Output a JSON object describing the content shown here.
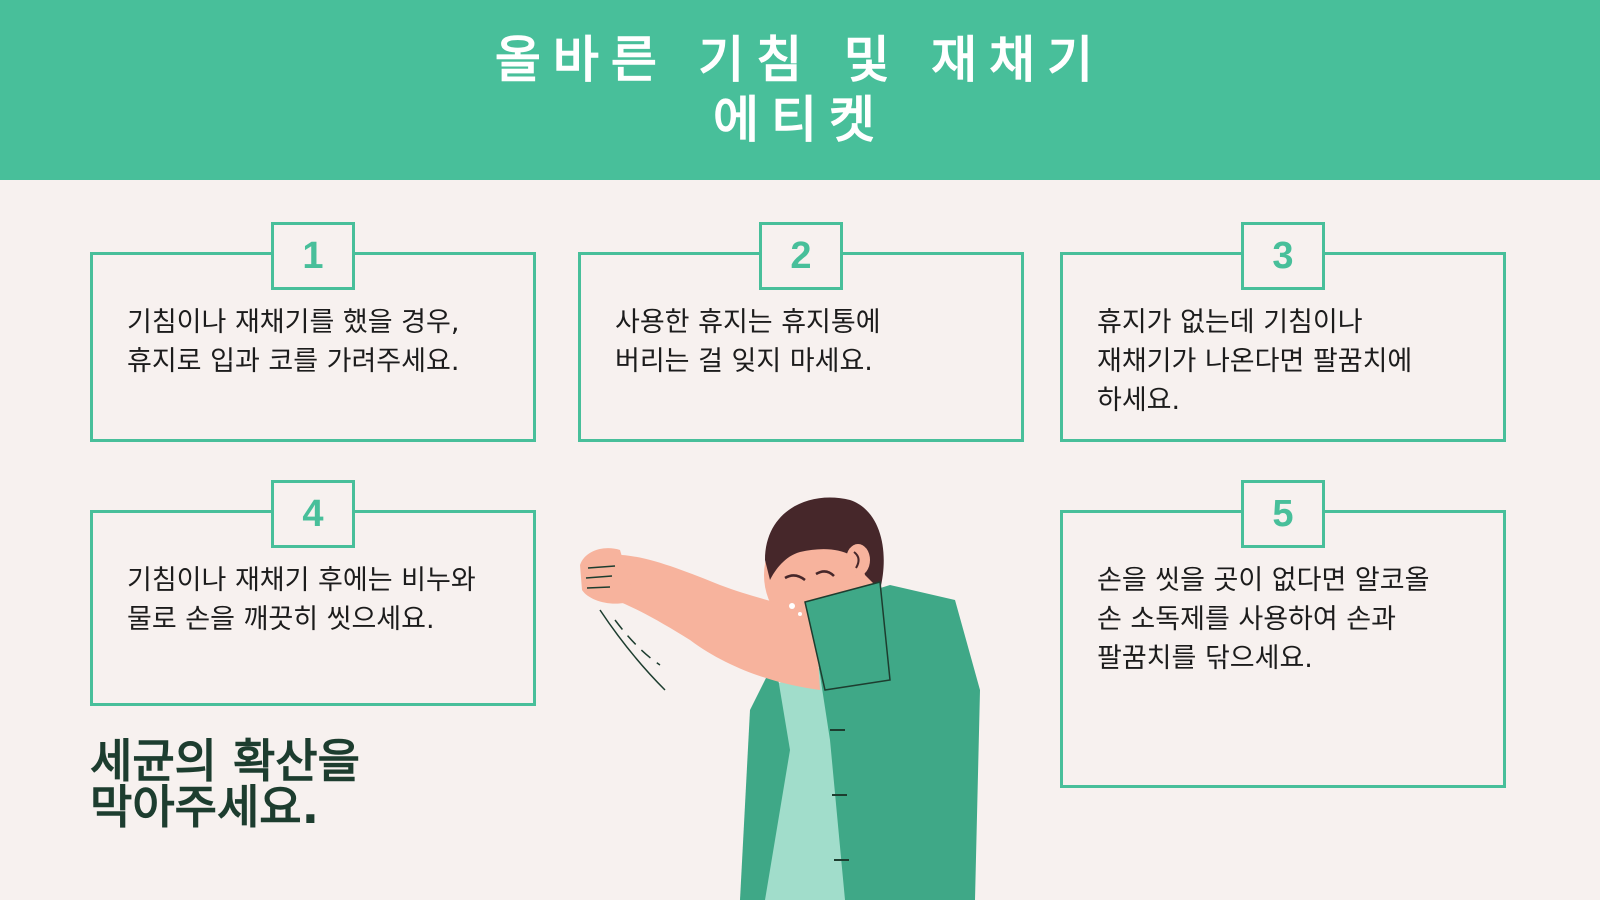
{
  "header": {
    "title_line1": "올바른 기침 및 재채기",
    "title_line2": "에티켓"
  },
  "cards": [
    {
      "number": "1",
      "text": "기침이나 재채기를 했을 경우,\n휴지로 입과 코를 가려주세요."
    },
    {
      "number": "2",
      "text": "사용한 휴지는 휴지통에\n버리는 걸 잊지 마세요."
    },
    {
      "number": "3",
      "text": "휴지가 없는데 기침이나\n재채기가 나온다면 팔꿈치에\n하세요."
    },
    {
      "number": "4",
      "text": "기침이나 재채기 후에는 비누와\n물로 손을 깨끗히 씻으세요."
    },
    {
      "number": "5",
      "text": "손을 씻을 곳이 없다면 알코올\n손 소독제를 사용하여 손과\n팔꿈치를 닦으세요."
    }
  ],
  "slogan": "세균의 확산을\n막아주세요.",
  "colors": {
    "accent": "#48bf9a",
    "background": "#f7f1ef",
    "slogan": "#1d3d2f",
    "shirt": "#3fa887",
    "undershirt": "#a1ddcb",
    "skin": "#f7b39d",
    "hair": "#46272a"
  },
  "illustration": {
    "icon": "person-sneezing-into-elbow-icon"
  }
}
